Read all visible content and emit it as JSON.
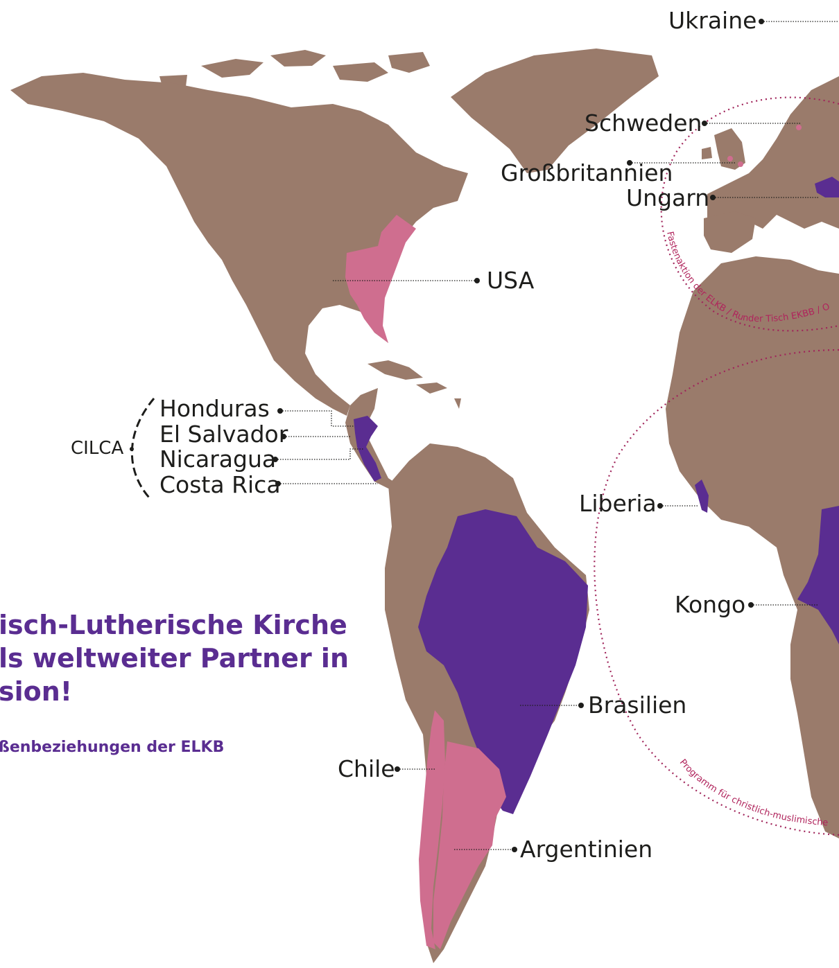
{
  "colors": {
    "land": "#9a7b6b",
    "partner_purple": "#5a2d91",
    "partner_pink": "#cf6e8f",
    "ring": "#a0245a",
    "text": "#1d1d1b"
  },
  "title_lines": [
    "isch-Lutherische Kirche",
    "ls weltweiter Partner in",
    "sion!"
  ],
  "subtitle": "ßenbeziehungen der ELKB",
  "group_label": "CILCA",
  "countries": {
    "ukraine": "Ukraine",
    "schweden": "Schweden",
    "grossbritannien": "Großbritannien",
    "ungarn": "Ungarn",
    "usa": "USA",
    "honduras": "Honduras",
    "el_salvador": "El Salvador",
    "nicaragua": "Nicaragua",
    "costa_rica": "Costa Rica",
    "liberia": "Liberia",
    "kongo": "Kongo",
    "brasilien": "Brasilien",
    "chile": "Chile",
    "argentinien": "Argentinien"
  },
  "rings": {
    "europe": "Fastenaktion der ELKB / Runder Tisch EKBB / O",
    "africa": "Programm für christlich-muslimische"
  }
}
